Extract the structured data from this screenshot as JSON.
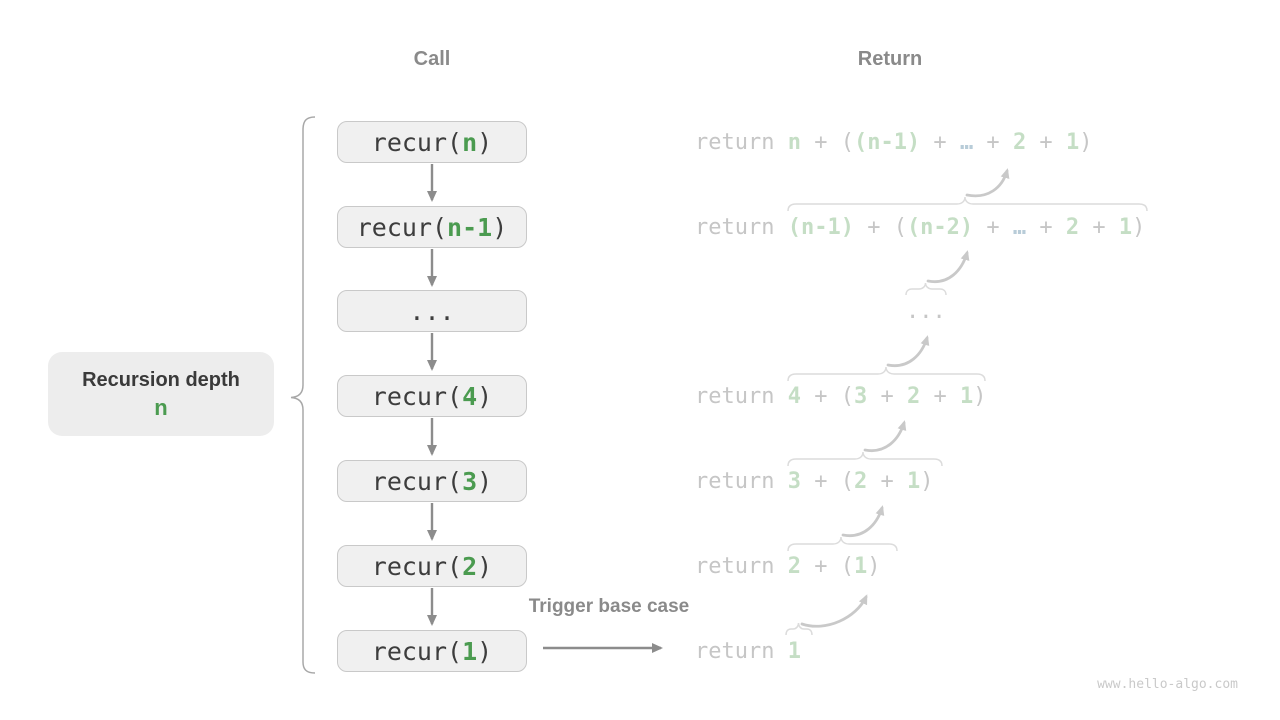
{
  "titles": {
    "call": "Call",
    "return": "Return"
  },
  "depth_label": {
    "text": "Recursion depth",
    "value": "n"
  },
  "trigger_label": "Trigger base case",
  "watermark": "www.hello-algo.com",
  "colors": {
    "box_bg": "#f0f0f0",
    "box_border": "#c9c9c9",
    "code_text": "#3d3d3d",
    "arg_green": "#4b9b50",
    "return_gray": "#c6c6c6",
    "return_green": "#c5dec5",
    "return_blue": "#b8ccd8",
    "arrow_dark": "#8c8c8c",
    "arrow_light": "#c9c9c9",
    "expression_brace": "#dcdcdc",
    "depth_brace": "#a8a8a8",
    "header_gray": "#8a8a8a",
    "label_bg": "#ededed",
    "watermark_gray": "#c9c9c9"
  },
  "call_column": {
    "boxes": [
      {
        "tokens": [
          {
            "t": "recur(",
            "c": "dark"
          },
          {
            "t": "n",
            "c": "arg"
          },
          {
            "t": ")",
            "c": "dark"
          }
        ]
      },
      {
        "tokens": [
          {
            "t": "recur(",
            "c": "dark"
          },
          {
            "t": "n-1",
            "c": "arg"
          },
          {
            "t": ")",
            "c": "dark"
          }
        ]
      },
      {
        "tokens": [
          {
            "t": "...",
            "c": "dark"
          }
        ]
      },
      {
        "tokens": [
          {
            "t": "recur(",
            "c": "dark"
          },
          {
            "t": "4",
            "c": "arg"
          },
          {
            "t": ")",
            "c": "dark"
          }
        ]
      },
      {
        "tokens": [
          {
            "t": "recur(",
            "c": "dark"
          },
          {
            "t": "3",
            "c": "arg"
          },
          {
            "t": ")",
            "c": "dark"
          }
        ]
      },
      {
        "tokens": [
          {
            "t": "recur(",
            "c": "dark"
          },
          {
            "t": "2",
            "c": "arg"
          },
          {
            "t": ")",
            "c": "dark"
          }
        ]
      },
      {
        "tokens": [
          {
            "t": "recur(",
            "c": "dark"
          },
          {
            "t": "1",
            "c": "arg"
          },
          {
            "t": ")",
            "c": "dark"
          }
        ]
      }
    ]
  },
  "return_column": {
    "lines": [
      {
        "tokens": [
          {
            "t": "return ",
            "c": "gray"
          },
          {
            "t": "n",
            "c": "green"
          },
          {
            "t": " + (",
            "c": "gray"
          },
          {
            "t": "(n-1)",
            "c": "green"
          },
          {
            "t": " + ",
            "c": "gray"
          },
          {
            "t": "…",
            "c": "blue"
          },
          {
            "t": " + ",
            "c": "gray"
          },
          {
            "t": "2",
            "c": "green"
          },
          {
            "t": " + ",
            "c": "gray"
          },
          {
            "t": "1",
            "c": "green"
          },
          {
            "t": ")",
            "c": "gray"
          }
        ]
      },
      {
        "tokens": [
          {
            "t": "return ",
            "c": "gray"
          },
          {
            "t": "(n-1)",
            "c": "green"
          },
          {
            "t": " + (",
            "c": "gray"
          },
          {
            "t": "(n-2)",
            "c": "green"
          },
          {
            "t": " + ",
            "c": "gray"
          },
          {
            "t": "…",
            "c": "blue"
          },
          {
            "t": " + ",
            "c": "gray"
          },
          {
            "t": "2",
            "c": "green"
          },
          {
            "t": " + ",
            "c": "gray"
          },
          {
            "t": "1",
            "c": "green"
          },
          {
            "t": ")",
            "c": "gray"
          }
        ]
      },
      {
        "tokens": [
          {
            "t": "...",
            "c": "gray"
          }
        ]
      },
      {
        "tokens": [
          {
            "t": "return ",
            "c": "gray"
          },
          {
            "t": "4",
            "c": "green"
          },
          {
            "t": " + (",
            "c": "gray"
          },
          {
            "t": "3",
            "c": "green"
          },
          {
            "t": " + ",
            "c": "gray"
          },
          {
            "t": "2",
            "c": "green"
          },
          {
            "t": " + ",
            "c": "gray"
          },
          {
            "t": "1",
            "c": "green"
          },
          {
            "t": ")",
            "c": "gray"
          }
        ]
      },
      {
        "tokens": [
          {
            "t": "return ",
            "c": "gray"
          },
          {
            "t": "3",
            "c": "green"
          },
          {
            "t": " + (",
            "c": "gray"
          },
          {
            "t": "2",
            "c": "green"
          },
          {
            "t": " + ",
            "c": "gray"
          },
          {
            "t": "1",
            "c": "green"
          },
          {
            "t": ")",
            "c": "gray"
          }
        ]
      },
      {
        "tokens": [
          {
            "t": "return ",
            "c": "gray"
          },
          {
            "t": "2",
            "c": "green"
          },
          {
            "t": " + (",
            "c": "gray"
          },
          {
            "t": "1",
            "c": "green"
          },
          {
            "t": ")",
            "c": "gray"
          }
        ]
      },
      {
        "tokens": [
          {
            "t": "return ",
            "c": "gray"
          },
          {
            "t": "1",
            "c": "green"
          }
        ]
      }
    ]
  }
}
